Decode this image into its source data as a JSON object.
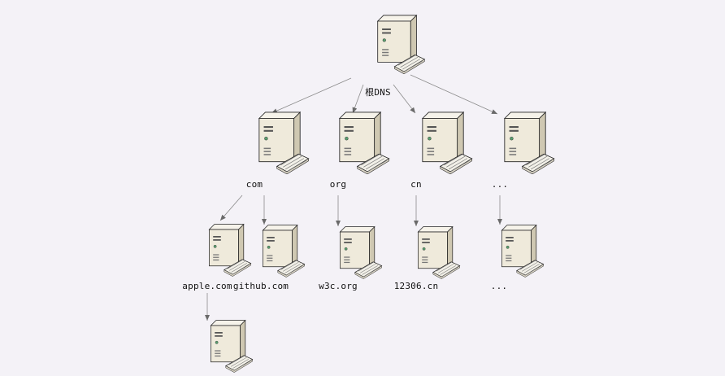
{
  "root": {
    "label": "根DNS",
    "icon": "server-icon"
  },
  "tld": [
    {
      "label": "com",
      "icon": "server-icon"
    },
    {
      "label": "org",
      "icon": "server-icon"
    },
    {
      "label": "cn",
      "icon": "server-icon"
    },
    {
      "label": "...",
      "icon": "server-icon"
    }
  ],
  "second": [
    {
      "label": "apple.com",
      "icon": "server-icon"
    },
    {
      "label": "github.com",
      "icon": "server-icon"
    },
    {
      "label": "w3c.org",
      "icon": "server-icon"
    },
    {
      "label": "12306.cn",
      "icon": "server-icon"
    },
    {
      "label": "...",
      "icon": "server-icon"
    }
  ],
  "third": [
    {
      "label": "",
      "icon": "server-icon"
    }
  ],
  "colors": {
    "background": "#f4f2f7",
    "server_body": "#efeadb",
    "server_side": "#cfc8b2",
    "edge": "#6a6a6a"
  }
}
